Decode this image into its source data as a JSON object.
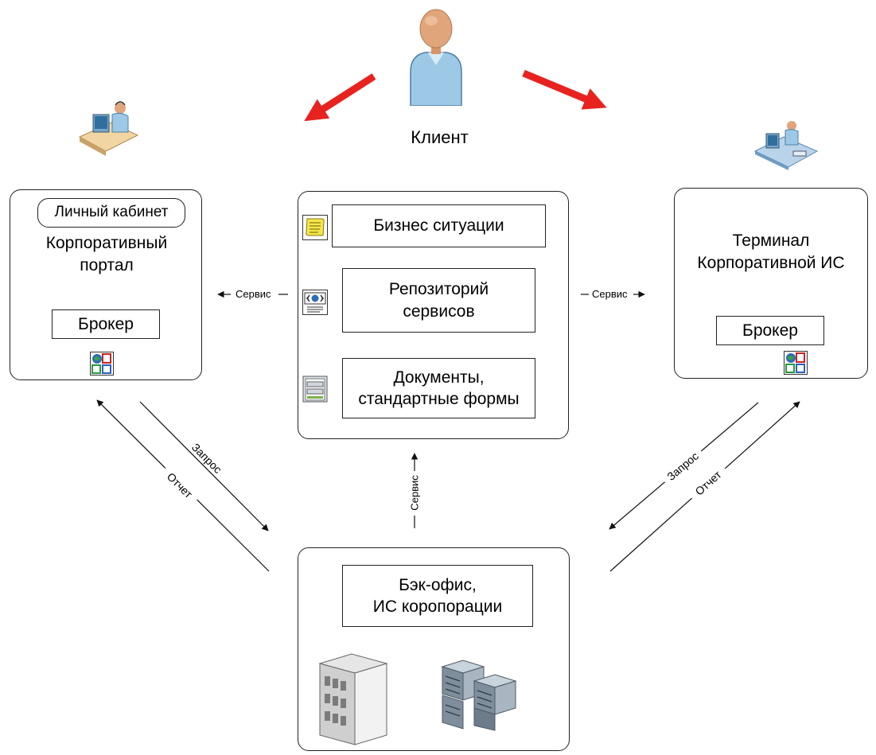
{
  "client": {
    "label": "Клиент"
  },
  "left_portal": {
    "badge": "Личный кабинет",
    "title": "Корпоративный\nпортал",
    "broker": "Брокер"
  },
  "center": {
    "business": "Бизнес ситуации",
    "repository": "Репозиторий\nсервисов",
    "documents": "Документы,\nстандартные формы"
  },
  "right_terminal": {
    "title": "Терминал\nКорпоративной ИС",
    "broker": "Брокер"
  },
  "backoffice": {
    "title": "Бэк-офис,\nИС коропорации"
  },
  "connectors": {
    "left_service": "Сервис",
    "right_service": "Сервис",
    "bottom_service": "Сервис",
    "left_request": "Запрос",
    "left_report": "Отчет",
    "right_request": "Запрос",
    "right_report": "Отчет"
  },
  "colors": {
    "arrow_red": "#e8231f",
    "line": "#222222",
    "person_shirt": "#9ec9e6",
    "person_skin": "#e0a57a"
  },
  "icons": [
    "person-icon",
    "workstation-operator-icon",
    "terminal-operator-icon",
    "broker-app-icon",
    "scroll-icon",
    "web-service-icon",
    "form-document-icon",
    "office-building-icon",
    "server-rack-icon"
  ]
}
